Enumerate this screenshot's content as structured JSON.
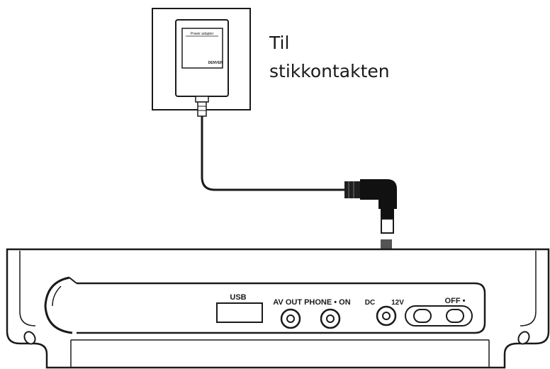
{
  "caption": {
    "line1": "Til",
    "line2": "stikkontakten"
  },
  "adapter": {
    "label": "Power adapter",
    "brand": "DENVER"
  },
  "ports": {
    "usb": "USB",
    "av_phone": "AV OUT PHONE • ON",
    "dc_left": "DC",
    "dc_right": "12V",
    "off": "OFF •"
  },
  "colors": {
    "line": "#1a1a1a",
    "arrow": "#555555",
    "background": "#ffffff"
  }
}
